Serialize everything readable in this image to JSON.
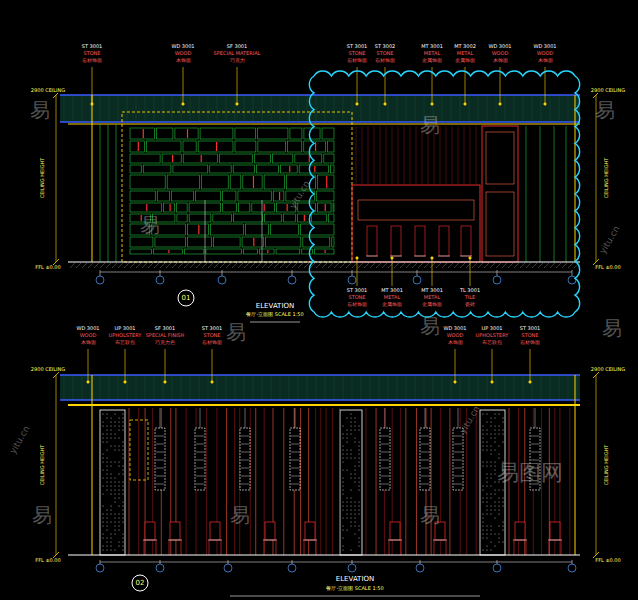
{
  "diagram": {
    "nodes": [
      {
        "text": [
          "01"
        ]
      },
      {
        "text": [
          "02"
        ]
      }
    ],
    "labels": [
      "ST 3001",
      "STONE",
      "石材饰面",
      "WD 3001",
      "WOOD",
      "木饰面",
      "SF 3001",
      "SPECIAL MATERIAL",
      "巧克力",
      "ST 3001",
      "STONE",
      "石材饰面",
      "ST 3002",
      "STONE",
      "石材饰面",
      "MT 3001",
      "METAL",
      "金属饰面",
      "MT 3002",
      "METAL",
      "金属饰面",
      "WD 3001",
      "WOOD",
      "木饰面",
      "WD 3001",
      "WOOD",
      "木饰面",
      "ST 3001",
      "STONE",
      "石材饰面",
      "MT 3001",
      "METAL",
      "金属饰面",
      "MT 3001",
      "METAL",
      "金属饰面",
      "TL 3001",
      "TILE",
      "瓷砖",
      "ELEVATION",
      "餐厅-立面图 SCALE 1:50",
      "WD 3001",
      "WOOD",
      "木饰面",
      "UP 3001",
      "UPHOLSTERY",
      "布艺软包",
      "SF 3001",
      "SPECIAL FINISH",
      "巧克力色",
      "ST 3001",
      "STONE",
      "石材饰面",
      "WD 3001",
      "WOOD",
      "木饰面",
      "UP 3001",
      "UPHOLSTERY",
      "布艺软包",
      "ST 3001",
      "STONE",
      "石材饰面",
      "ELEVATION",
      "餐厅-立面图 SCALE 1:50",
      "2900 CEILING",
      "CEILING HEIGHT",
      "FFL ±0.00",
      "2900 CEILING",
      "CEILING HEIGHT",
      "FFL ±0.00",
      "2900 CEILING",
      "CEILING HEIGHT",
      "FFL ±0.00",
      "2900 CEILING",
      "CEILING HEIGHT",
      "FFL ±0.00",
      "易",
      "易",
      "易",
      "易",
      "易",
      "易",
      "易",
      "易",
      "易",
      "易",
      "易图网",
      "yitu.cn",
      "yitu.cn",
      "yitu.cn",
      "yitu.cn"
    ]
  }
}
